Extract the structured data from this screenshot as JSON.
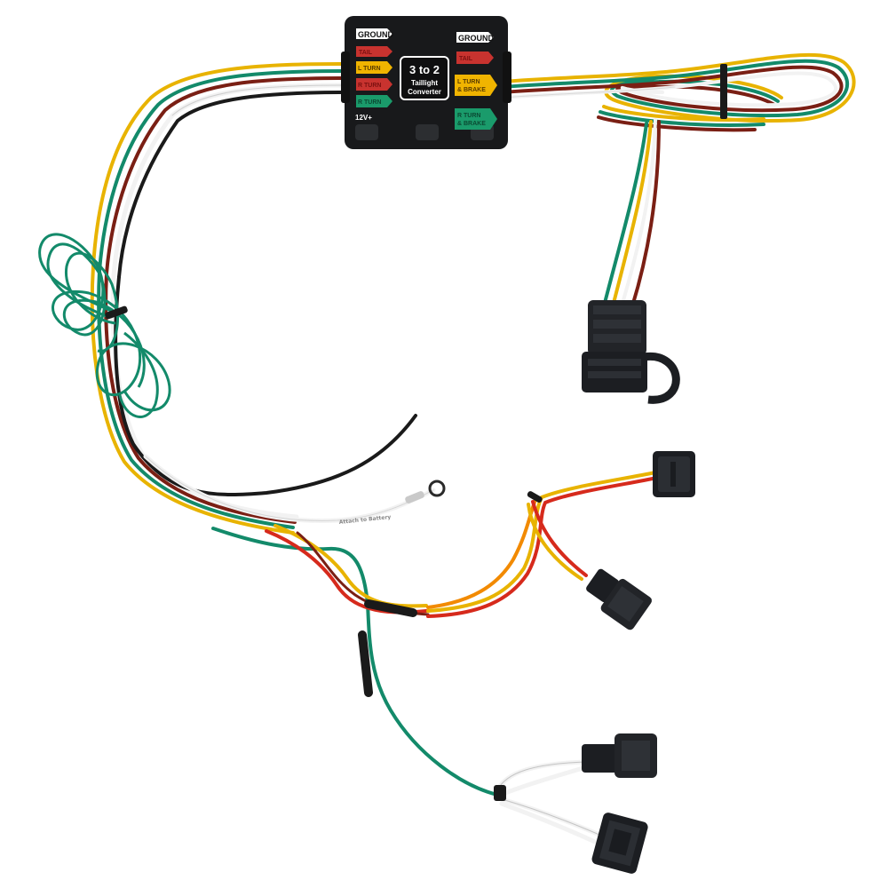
{
  "converter": {
    "title_line1": "3 to 2",
    "title_line2": "Taillight",
    "title_line3": "Converter",
    "voltage": "12V+",
    "left_labels": {
      "ground": "GROUND",
      "tail": "TAIL",
      "lturn": "L TURN",
      "rturn": "R TURN",
      "rturn2": "R TURN"
    },
    "right_labels": {
      "ground": "GROUND",
      "tail": "TAIL",
      "lturn_brake_1": "L TURN",
      "lturn_brake_2": "& BRAKE",
      "rturn_brake_1": "R TURN",
      "rturn_brake_2": "& BRAKE"
    }
  },
  "wire_tag": {
    "text": "Attach to Battery"
  },
  "colors": {
    "body": "#1f2124",
    "green_wire": "#138a6a",
    "yellow_wire": "#e8b300",
    "brown_wire": "#7a1f14",
    "white_wire": "#f2f2f2",
    "red_wire": "#d62a1c",
    "black_wire": "#1a1a1a",
    "orange_wire": "#f28a00",
    "label_red": "#c8332f",
    "label_yellow": "#f0b400",
    "label_green": "#1a9b6b",
    "label_white": "#ffffff"
  }
}
